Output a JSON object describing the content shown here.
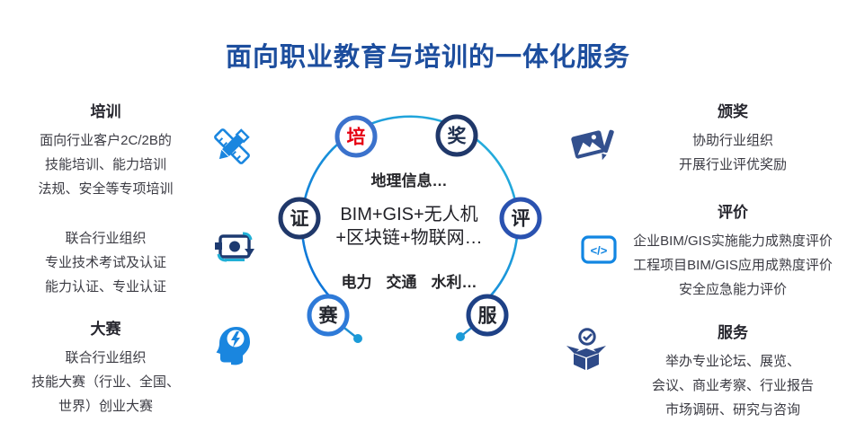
{
  "title": {
    "text": "面向职业教育与培训的一体化服务",
    "color": "#1d4e9e"
  },
  "left_sections": [
    {
      "heading": "培训",
      "icon": "pencil-ruler-icon",
      "lines": [
        "面向行业客户2C/2B的",
        "技能培训、能力培训",
        "法规、安全等专项培训"
      ]
    },
    {
      "heading": "",
      "icon": "exam-refresh-icon",
      "lines": [
        "联合行业组织",
        "专业技术考试及认证",
        "能力认证、专业认证"
      ]
    },
    {
      "heading": "大赛",
      "icon": "brain-head-icon",
      "lines": [
        "联合行业组织",
        "技能大赛（行业、全国、",
        "世界）创业大赛"
      ]
    }
  ],
  "right_sections": [
    {
      "heading": "颁奖",
      "icon": "award-photo-pen-icon",
      "lines": [
        "协助行业组织",
        "开展行业评优奖励"
      ]
    },
    {
      "heading": "评价",
      "icon": "code-icon",
      "lines": [
        "企业BIM/GIS实施能力成熟度评价",
        "工程项目BIM/GIS应用成熟度评价",
        "安全应急能力评价"
      ]
    },
    {
      "heading": "服务",
      "icon": "open-box-check-icon",
      "lines": [
        "举办专业论坛、展览、",
        "会议、商业考察、行业报告",
        "市场调研、研究与咨询"
      ]
    }
  ],
  "diagram": {
    "nodes": [
      {
        "label": "培",
        "ring_color": "#3b72cc",
        "text_color": "#e60012"
      },
      {
        "label": "奖",
        "ring_color": "#20386a",
        "text_color": "#1f3050"
      },
      {
        "label": "证",
        "ring_color": "#20386a",
        "text_color": "#23262e"
      },
      {
        "label": "评",
        "ring_color": "#2a52b0",
        "text_color": "#23262e"
      },
      {
        "label": "赛",
        "ring_color": "#2e7ad8",
        "text_color": "#23262e"
      },
      {
        "label": "服",
        "ring_color": "#1e4186",
        "text_color": "#23262e"
      }
    ],
    "center": {
      "domain_line": "地理信息…",
      "tech_line_1": "BIM+GIS+无人机",
      "tech_line_2": "+区块链+物联网…",
      "industries": [
        "电力",
        "交通",
        "水利…"
      ]
    }
  },
  "icons": {
    "code_glyph": "</>"
  },
  "colors": {
    "title_blue": "#1d4e9e",
    "bright_blue": "#1a86df",
    "navy": "#33508e",
    "dark_navy": "#1d3a70",
    "cyan": "#21b0d6",
    "arc_start": "#0b6fd8",
    "arc_end": "#28b6dc",
    "accent_red": "#e60012"
  }
}
